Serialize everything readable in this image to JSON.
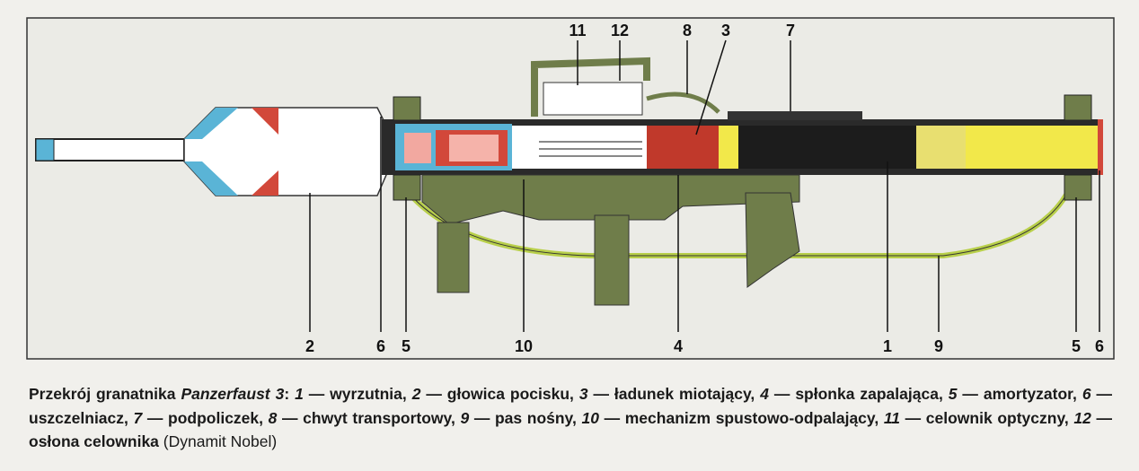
{
  "diagram": {
    "labels_top": [
      "11",
      "12",
      "8",
      "3",
      "7"
    ],
    "labels_bottom": [
      "2",
      "6",
      "5",
      "10",
      "4",
      "1",
      "9",
      "5",
      "6"
    ]
  },
  "caption": {
    "title": "Przekrój granatnika ",
    "weapon": "Panzerfaust 3",
    "colon": ": ",
    "items": [
      {
        "n": "1",
        "text": " — wyrzutnia, "
      },
      {
        "n": "2",
        "text": " — głowica pocisku, "
      },
      {
        "n": "3",
        "text": " — ładunek miotający, "
      },
      {
        "n": "4",
        "text": " — spłonka zapalająca, "
      },
      {
        "n": "5",
        "text": " — amortyzator, "
      },
      {
        "n": "6",
        "text": " — uszczelniacz, "
      },
      {
        "n": "7",
        "text": " — podpoliczek, "
      },
      {
        "n": "8",
        "text": " — chwyt transportowy, "
      },
      {
        "n": "9",
        "text": " — pas nośny, "
      },
      {
        "n": "10",
        "text": " — mechanizm spustowo-odpalający, "
      },
      {
        "n": "11",
        "text": " — celownik optyczny, "
      },
      {
        "n": "12",
        "text": " — osłona celownika "
      }
    ],
    "source": "(Dynamit Nobel)"
  },
  "colors": {
    "olive": "#6f7d4a",
    "blue": "#5ab4d6",
    "red": "#d2483a",
    "yellow": "#f2e84a",
    "black": "#1c1c1c"
  }
}
